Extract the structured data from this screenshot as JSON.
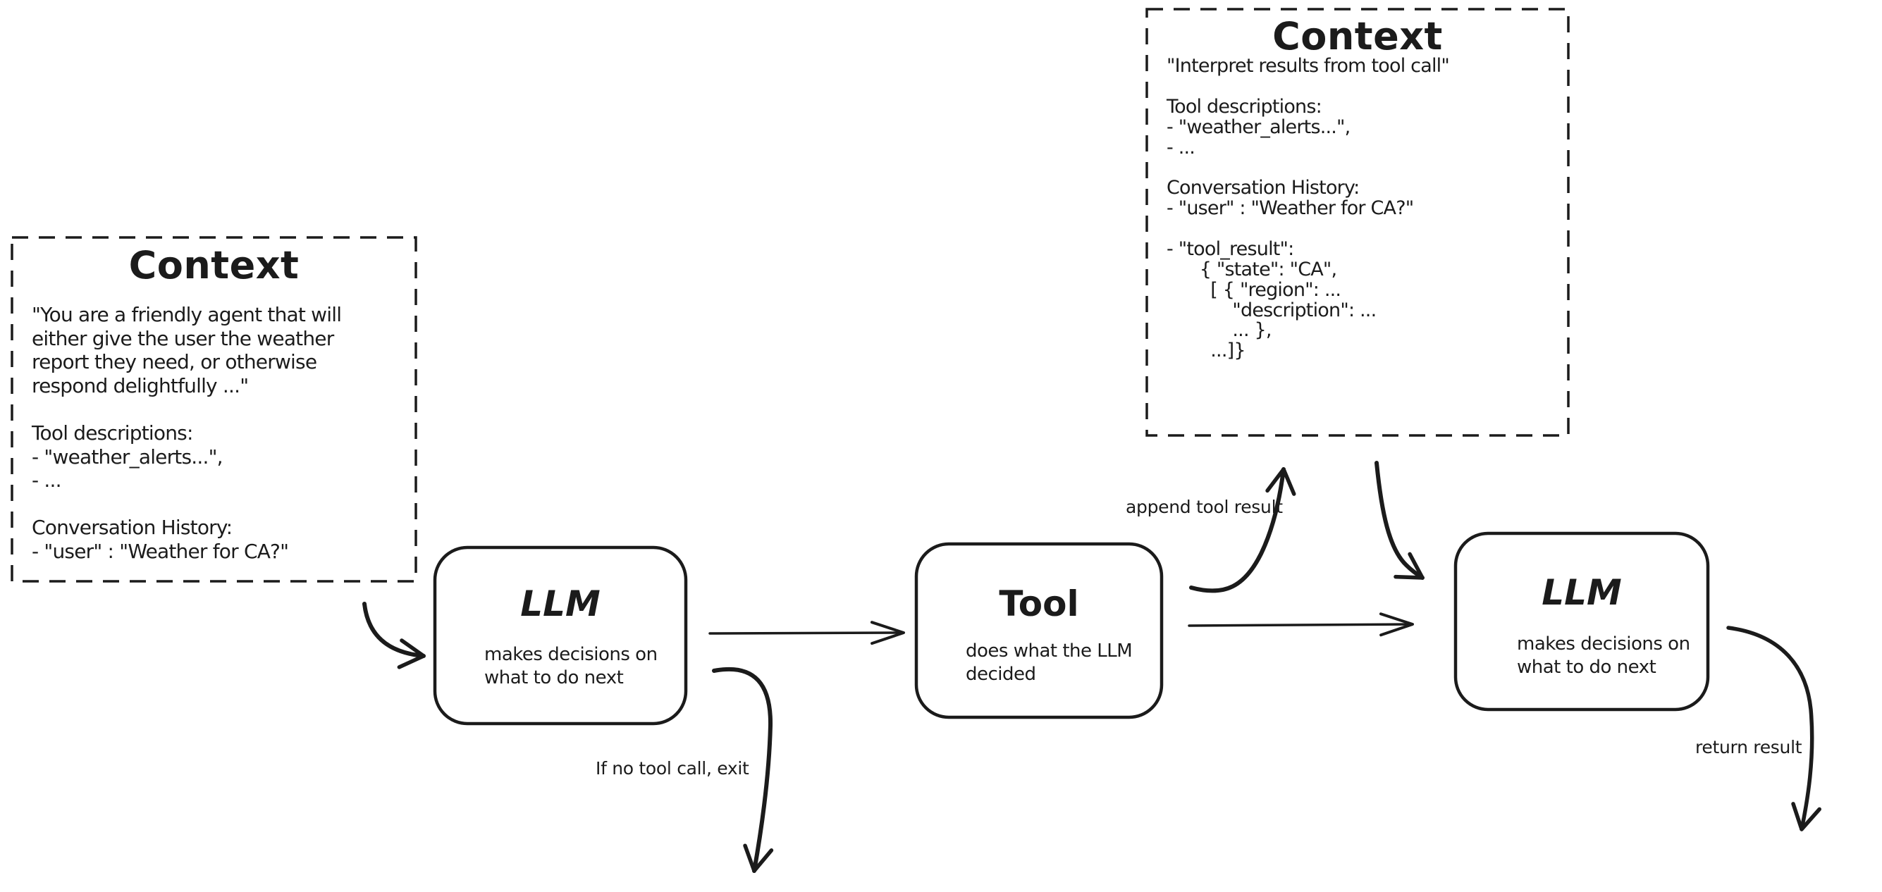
{
  "diagram": {
    "colors": {
      "ink": "#1b1b1b",
      "background": "#ffffff"
    },
    "context_initial": {
      "title": "Context",
      "body": "\"You are a friendly agent that will\neither give the user the weather\nreport they need, or otherwise\nrespond delightfully ...\"\n\nTool descriptions:\n- \"weather_alerts...\",\n- ...\n\nConversation History:\n- \"user\" : \"Weather for CA?\""
    },
    "context_with_result": {
      "title": "Context",
      "body": "\"Interpret results from tool call\"\n\nTool descriptions:\n- \"weather_alerts...\",\n- ...\n\nConversation History:\n- \"user\" : \"Weather for CA?\"\n\n- \"tool_result\":\n      { \"state\": \"CA\",\n        [ { \"region\": ...\n            \"description\": ...\n            ... },\n        ...]}"
    },
    "nodes": {
      "llm1": {
        "title": "LLM",
        "subtitle": "makes decisions on\nwhat to do next"
      },
      "tool": {
        "title": "Tool",
        "subtitle": "does what the LLM\ndecided"
      },
      "llm2": {
        "title": "LLM",
        "subtitle": "makes decisions on\nwhat to do next"
      }
    },
    "edge_labels": {
      "append_tool_result": "append tool result",
      "if_no_tool_call_exit": "If no tool call, exit",
      "return_result": "return result"
    }
  }
}
